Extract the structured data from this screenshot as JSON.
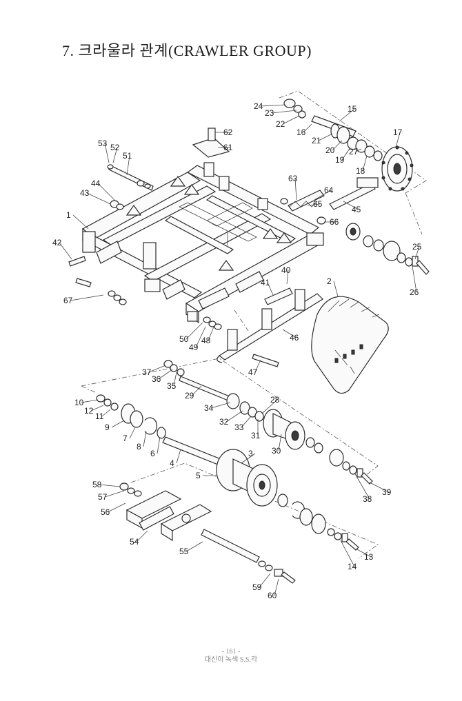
{
  "page": {
    "title": "7. 크라울라 관계(CRAWLER GROUP)",
    "footer_page": "- 161 -",
    "footer_line": "대신이 녹색 S.S.각"
  },
  "diagram": {
    "part_numbers": [
      "1",
      "2",
      "3",
      "4",
      "5",
      "6",
      "7",
      "8",
      "9",
      "10",
      "11",
      "12",
      "13",
      "14",
      "15",
      "16",
      "17",
      "18",
      "19",
      "20",
      "21",
      "22",
      "23",
      "24",
      "25",
      "26",
      "27",
      "28",
      "29",
      "30",
      "31",
      "32",
      "33",
      "34",
      "35",
      "36",
      "37",
      "38",
      "39",
      "40",
      "41",
      "42",
      "43",
      "44",
      "45",
      "46",
      "47",
      "48",
      "49",
      "50",
      "51",
      "52",
      "53",
      "54",
      "55",
      "56",
      "57",
      "58",
      "59",
      "60",
      "61",
      "62",
      "63",
      "64",
      "65",
      "66",
      "67"
    ]
  }
}
